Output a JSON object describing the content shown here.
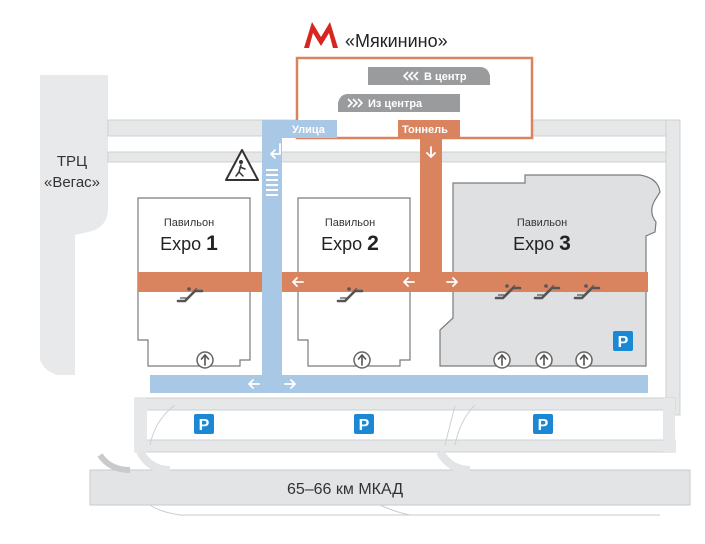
{
  "metro": {
    "station": "«Мякинино»",
    "train_to_center": "В центр",
    "train_from_center": "Из центра"
  },
  "exits": {
    "street": "Улица",
    "tunnel": "Тоннель"
  },
  "mall": {
    "line1": "ТРЦ",
    "line2": "«Вегас»"
  },
  "pavilions": [
    {
      "caption": "Павильон",
      "name": "Expo",
      "number": "1"
    },
    {
      "caption": "Павильон",
      "name": "Expo",
      "number": "2"
    },
    {
      "caption": "Павильон",
      "name": "Expo",
      "number": "3"
    }
  ],
  "parking_label": "P",
  "highway": "65–66 км МКАД",
  "colors": {
    "metro_red": "#d7261f",
    "tunnel_orange": "#d9845e",
    "street_blue": "#a9c8e6",
    "road_gray": "#e3e4e5",
    "road_edge": "#c9cacb",
    "building_fill": "#dfe0e1",
    "parking_blue": "#1a88d4"
  },
  "icons": [
    "metro-logo-icon",
    "train-icon",
    "escalator-icon",
    "entrance-icon",
    "parking-icon",
    "pedestrian-warning-icon",
    "arrow-icon"
  ]
}
